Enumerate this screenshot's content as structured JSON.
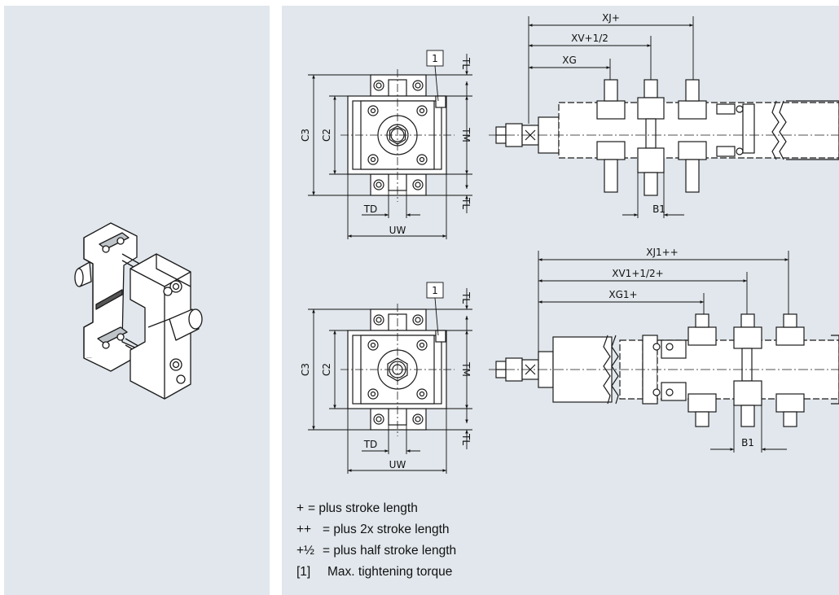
{
  "iso": {
    "marker": "—"
  },
  "top_view": {
    "callout": "1",
    "dims": {
      "c3": "C3",
      "c2": "C2",
      "tm": "TM",
      "tl_top": "TL",
      "tl_bottom": "TL",
      "td": "TD",
      "uw": "UW"
    }
  },
  "top_side": {
    "dims": {
      "xj": "XJ+",
      "xv": "XV+1/2",
      "xg": "XG",
      "b1": "B1"
    }
  },
  "bottom_view": {
    "callout": "1",
    "dims": {
      "c3": "C3",
      "c2": "C2",
      "tm": "TM",
      "tl_top": "TL",
      "tl_bottom": "TL",
      "td": "TD",
      "uw": "UW"
    }
  },
  "bottom_side": {
    "dims": {
      "xj": "XJ1++",
      "xv": "XV1+1/2+",
      "xg": "XG1+",
      "b1": "B1"
    }
  },
  "legend": [
    {
      "symbol": "+",
      "text": "= plus stroke length"
    },
    {
      "symbol": "++",
      "text": "= plus 2x stroke length"
    },
    {
      "symbol": "+½",
      "text": "= plus half stroke length"
    },
    {
      "symbol": "[1]",
      "text": "Max. tightening torque"
    }
  ]
}
